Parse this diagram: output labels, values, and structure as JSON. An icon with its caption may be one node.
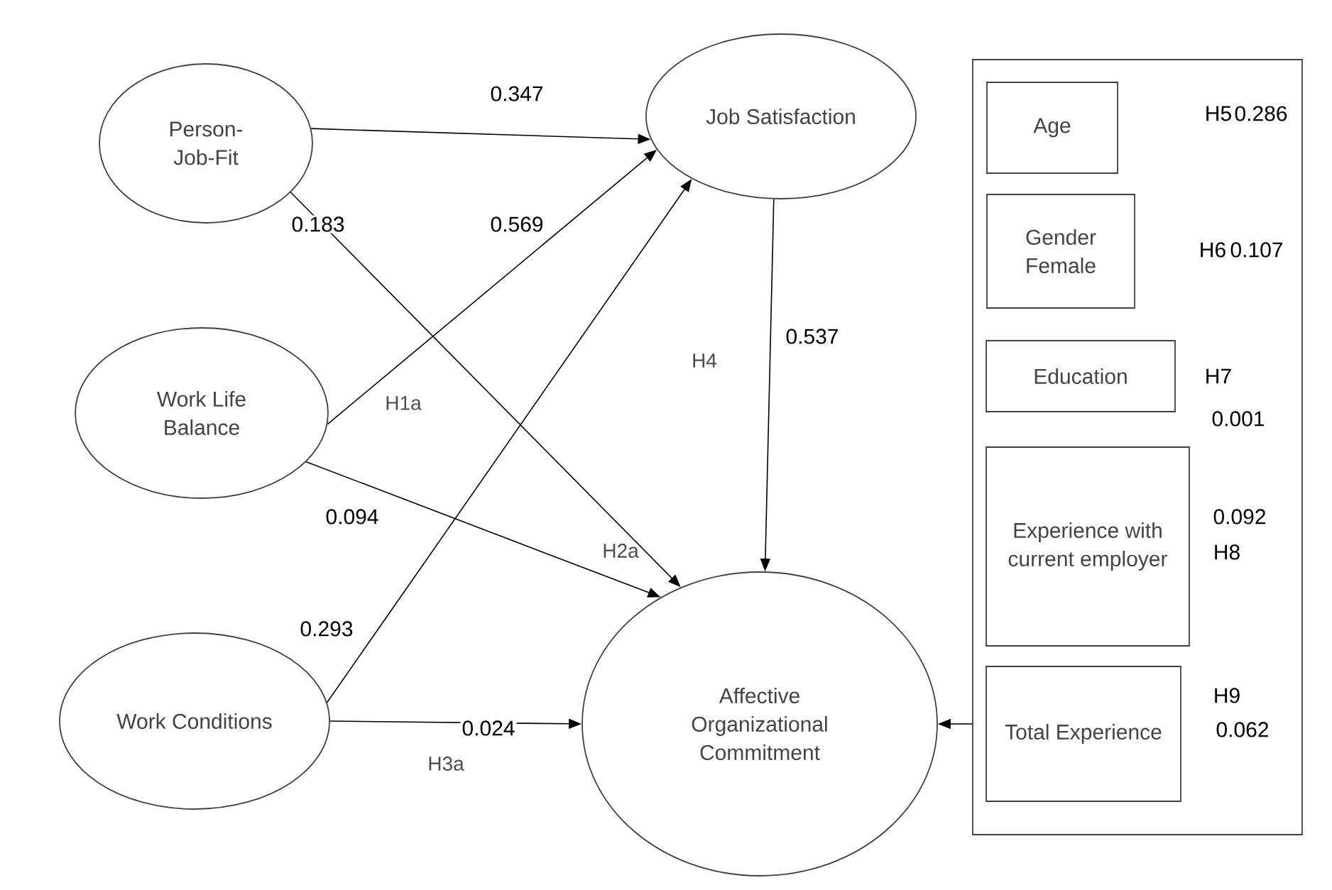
{
  "diagram": {
    "nodes": [
      {
        "text": [
          "Person-Job-Fit"
        ]
      },
      {
        "text": [
          "Work Life Balance"
        ]
      },
      {
        "text": [
          "Work Conditions"
        ]
      },
      {
        "text": [
          "Job Satisfaction"
        ]
      },
      {
        "text": [
          "Affective Organizational Commitment"
        ]
      },
      {
        "text": [],
        "shape": "box"
      },
      {
        "text": [
          "Age"
        ],
        "in": 5,
        "beside": [
          "H5",
          "0.286"
        ]
      },
      {
        "text": [
          "Gender Female"
        ],
        "in": 5,
        "beside": [
          "H6",
          "0.107"
        ]
      },
      {
        "text": [
          "Education"
        ],
        "in": 5,
        "beside": [
          "H7",
          "0.001"
        ]
      },
      {
        "text": [
          "Experience with current employer"
        ],
        "in": 5,
        "beside": [
          "0.092",
          "H8"
        ]
      },
      {
        "text": [
          "Total Experience"
        ],
        "in": 5,
        "beside": [
          "H9",
          "0.062"
        ]
      }
    ],
    "edges": [
      {
        "from": 0,
        "to": 3,
        "arrow": "to",
        "label": "0.347"
      },
      {
        "from": 0,
        "to": 4,
        "arrow": "to",
        "label": "0.183"
      },
      {
        "from": 1,
        "to": 3,
        "arrow": "to",
        "label": "0.569"
      },
      {
        "from": 1,
        "to": 4,
        "arrow": "to",
        "label": "0.094"
      },
      {
        "from": 2,
        "to": 3,
        "arrow": "to",
        "label": "0.293"
      },
      {
        "from": 2,
        "to": 4,
        "arrow": "to",
        "label": "0.024"
      },
      {
        "from": 3,
        "to": 4,
        "arrow": "to",
        "label": "0.537"
      },
      {
        "from": 5,
        "to": 4,
        "arrow": "to"
      }
    ],
    "labels": [
      "H1a",
      "H4",
      "H2a",
      "H3a"
    ]
  }
}
